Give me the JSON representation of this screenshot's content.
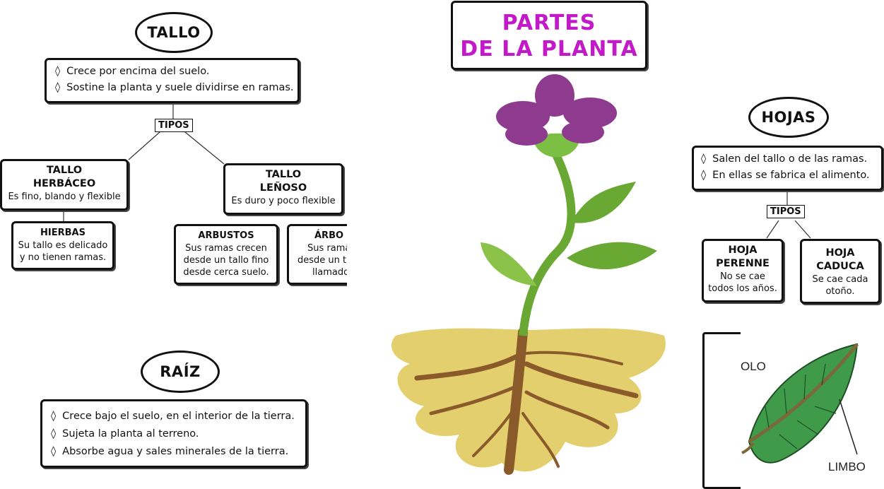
{
  "title": {
    "line1": "PARTES",
    "line2": "DE LA PLANTA"
  },
  "tallo": {
    "heading": "TALLO",
    "items": [
      "Crece por encima del suelo.",
      "Sostine la planta y suele dividirse en ramas."
    ],
    "tipos": "TIPOS",
    "herbaceo": {
      "title1": "TALLO",
      "title2": "HERBÁCEO",
      "desc": "Es fino, blando y flexible"
    },
    "lenoso": {
      "title1": "TALLO",
      "title2": "LEÑOSO",
      "desc": "Es duro y poco flexible"
    },
    "hierbas": {
      "title": "HIERBAS",
      "desc1": "Su tallo es delicado",
      "desc2": "y no tienen ramas."
    },
    "arbustos": {
      "title": "ARBUSTOS",
      "desc1": "Sus ramas crecen",
      "desc2": "desde un tallo fino",
      "desc3": "desde cerca suelo."
    },
    "arboles": {
      "title": "ÁRBO",
      "desc1": "Sus rama",
      "desc2": "desde un t",
      "desc3": "llamado"
    }
  },
  "raiz": {
    "heading": "RAÍZ",
    "items": [
      "Crece bajo el suelo, en el interior de la tierra.",
      "Sujeta la planta al terreno.",
      "Absorbe agua y sales minerales de la tierra."
    ]
  },
  "hojas": {
    "heading": "HOJAS",
    "items": [
      "Salen del tallo o de las ramas.",
      "En ellas se fabrica el alimento."
    ],
    "tipos": "TIPOS",
    "perenne": {
      "title1": "HOJA",
      "title2": "PERENNE",
      "desc1": "No se cae",
      "desc2": "todos los años."
    },
    "caduca": {
      "title1": "HOJA",
      "title2": "CADUCA",
      "desc1": "Se cae cada",
      "desc2": "otoño."
    }
  },
  "leaf_diagram": {
    "label_petiole": "OLO",
    "label_blade": "LIMBO"
  },
  "colors": {
    "title": "#c21ac9",
    "petal": "#8e3a8f",
    "stem": "#6aa834",
    "soil": "#e3cf6d",
    "root": "#8a5a2a",
    "leaf": "#4bab4b"
  }
}
